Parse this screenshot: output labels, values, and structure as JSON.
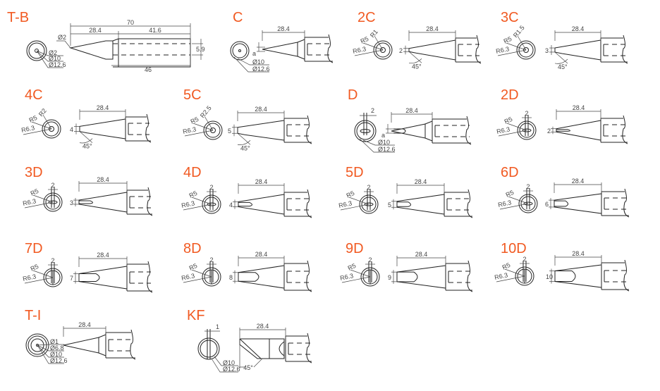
{
  "sheet": {
    "title_color": "#f15a22",
    "tips": [
      {
        "title": "T-B",
        "kind": "tb",
        "front": [
          "Ø2",
          "Ø10",
          "Ø12.6"
        ],
        "side": {
          "tip_dia": "Ø2",
          "total": "70",
          "taper": "28.4",
          "body": "41.6",
          "bore": "5.9",
          "shank": "46"
        }
      },
      {
        "title": "C",
        "kind": "cone",
        "front": [
          "Ø10",
          "Ø12.6"
        ],
        "side": {
          "taper": "28.4",
          "tip": "a"
        }
      },
      {
        "title": "2C",
        "kind": "bevel",
        "front": [
          "R1",
          "R5",
          "R6.3"
        ],
        "side": {
          "taper": "28.4",
          "width": "2",
          "angle": "45°"
        }
      },
      {
        "title": "3C",
        "kind": "bevel",
        "front": [
          "R1.5",
          "R5",
          "R6.3"
        ],
        "side": {
          "taper": "28.4",
          "width": "3",
          "angle": "45°"
        }
      },
      {
        "title": "4C",
        "kind": "bevel",
        "front": [
          "R2",
          "R5",
          "R6.3"
        ],
        "side": {
          "taper": "28.4",
          "width": "4",
          "angle": "45°"
        }
      },
      {
        "title": "5C",
        "kind": "bevel",
        "front": [
          "R2.5",
          "R5",
          "R6.3"
        ],
        "side": {
          "taper": "28.4",
          "width": "5",
          "angle": "45°"
        }
      },
      {
        "title": "D",
        "kind": "dcone",
        "front": [
          "2",
          "Ø10",
          "Ø12.6"
        ],
        "side": {
          "taper": "28.4",
          "tip": "a"
        }
      },
      {
        "title": "2D",
        "kind": "chisel",
        "front": [
          "2",
          "R5",
          "R6.3"
        ],
        "side": {
          "taper": "28.4",
          "width": "2"
        }
      },
      {
        "title": "3D",
        "kind": "chisel",
        "front": [
          "2",
          "R5",
          "R6.3"
        ],
        "side": {
          "taper": "28.4",
          "width": "3"
        }
      },
      {
        "title": "4D",
        "kind": "chisel",
        "front": [
          "2",
          "R5",
          "R6.3"
        ],
        "side": {
          "taper": "28.4",
          "width": "4"
        }
      },
      {
        "title": "5D",
        "kind": "chisel",
        "front": [
          "2",
          "R5",
          "R6.3"
        ],
        "side": {
          "taper": "28.4",
          "width": "5"
        }
      },
      {
        "title": "6D",
        "kind": "chisel",
        "front": [
          "2",
          "R5",
          "R6.3"
        ],
        "side": {
          "taper": "28.4",
          "width": "6"
        }
      },
      {
        "title": "7D",
        "kind": "flat",
        "front": [
          "2",
          "R5",
          "R6.3"
        ],
        "side": {
          "taper": "28.4",
          "width": "7"
        }
      },
      {
        "title": "8D",
        "kind": "flat",
        "front": [
          "2",
          "R5",
          "R6.3"
        ],
        "side": {
          "taper": "28.4",
          "width": "8"
        }
      },
      {
        "title": "9D",
        "kind": "flat",
        "front": [
          "2",
          "R5",
          "R6.3"
        ],
        "side": {
          "taper": "28.4",
          "width": "9"
        }
      },
      {
        "title": "10D",
        "kind": "flat",
        "front": [
          "2",
          "R5",
          "R6.3"
        ],
        "side": {
          "taper": "28.4",
          "width": "10"
        }
      },
      {
        "title": "T-I",
        "kind": "ti",
        "front": [
          "Ø1",
          "Ø6.8",
          "Ø10",
          "Ø12.6"
        ],
        "side": {
          "taper": "28.4"
        }
      },
      {
        "title": "KF",
        "kind": "kf",
        "front": [
          "1",
          "Ø10",
          "Ø12.6"
        ],
        "side": {
          "taper": "28.4",
          "angle": "45°"
        }
      }
    ]
  }
}
